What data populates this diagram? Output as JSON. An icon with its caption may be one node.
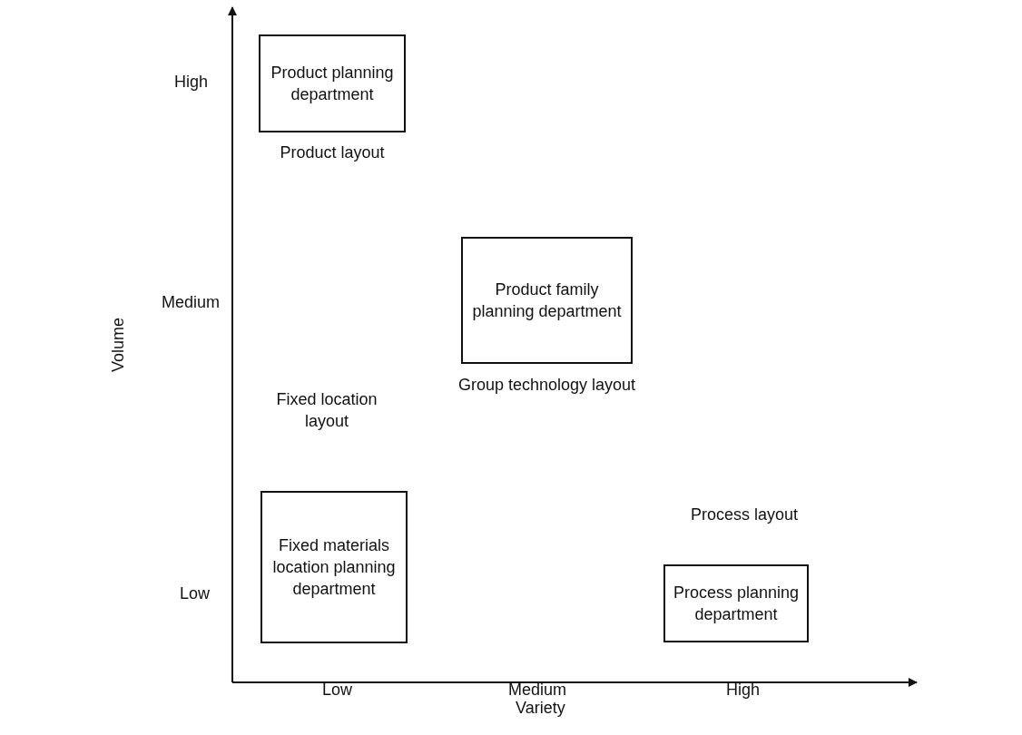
{
  "diagram": {
    "nodes": [
      {
        "text": [
          "Product planning department"
        ],
        "beside": [
          "Product layout"
        ]
      },
      {
        "text": [
          "Product family planning department"
        ],
        "beside": [
          "Group technology layout"
        ]
      },
      {
        "text": [
          "Fixed materials location planning department"
        ],
        "beside": [
          "Fixed location layout"
        ]
      },
      {
        "text": [
          "Process planning department"
        ],
        "beside": [
          "Process layout"
        ]
      }
    ],
    "edges": [],
    "labels": [
      "High",
      "Medium",
      "Volume",
      "Low",
      "Low",
      "Medium",
      "High",
      "Variety"
    ]
  }
}
